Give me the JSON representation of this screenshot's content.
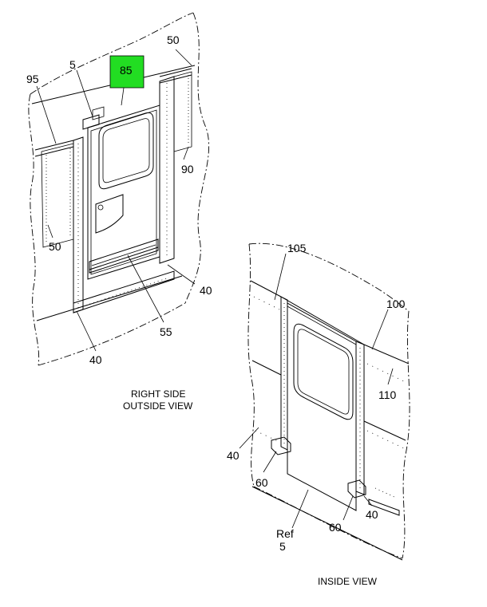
{
  "diagram": {
    "highlight_color": "#22dd22",
    "line_color": "#000000",
    "outside_view": {
      "title_line1": "RIGHT SIDE",
      "title_line2": "OUTSIDE VIEW",
      "callouts": {
        "c95": "95",
        "c5": "5",
        "c85": "85",
        "c50_top": "50",
        "c90": "90",
        "c50_left": "50",
        "c40_right": "40",
        "c55": "55",
        "c40_bottom": "40"
      }
    },
    "inside_view": {
      "title": "INSIDE VIEW",
      "callouts": {
        "c105": "105",
        "c100": "100",
        "c110": "110",
        "c40_left": "40",
        "c60_left": "60",
        "c60_right": "60",
        "c40_right": "40",
        "ref_label": "Ref",
        "ref_num": "5"
      }
    }
  }
}
